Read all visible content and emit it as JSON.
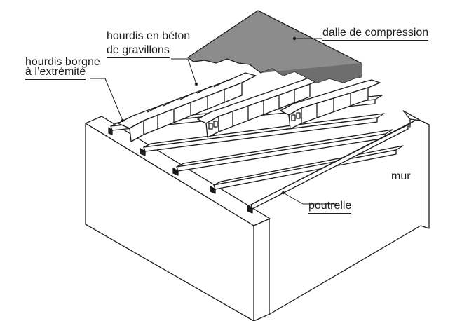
{
  "labels": {
    "dalle": "dalle de compression",
    "hourdis_beton_1": "hourdis en béton",
    "hourdis_beton_2": "de gravillons",
    "hourdis_borgne_1": "hourdis borgne",
    "hourdis_borgne_2": "à l’extrémité",
    "mur": "mur",
    "poutrelle": "poutrelle"
  },
  "colors": {
    "line": "#1c1c1c",
    "slab": "#8c8c8c",
    "slab_top": "#9a9a9a",
    "slab_edge": "#6e6e6e",
    "wall_face": "#ffffff",
    "ground": "#f4f4f4"
  }
}
